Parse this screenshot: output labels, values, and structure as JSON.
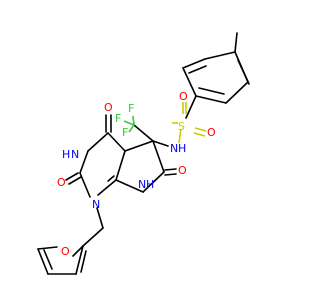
{
  "structure": {
    "atoms": {
      "o_furan": {
        "text": "O"
      },
      "n1": {
        "text": "N"
      },
      "n3_h": {
        "text": "H"
      },
      "n3": {
        "text": "N"
      },
      "n7": {
        "text": "N"
      },
      "n7_h": {
        "text": "H"
      },
      "o2": {
        "text": "O"
      },
      "o4": {
        "text": "O"
      },
      "o6": {
        "text": "O"
      },
      "f1": {
        "text": "F"
      },
      "f2": {
        "text": "F"
      },
      "f3": {
        "text": "F"
      },
      "nh": {
        "text": "N"
      },
      "nh_h": {
        "text": "H"
      },
      "s": {
        "text": "S"
      },
      "so1": {
        "text": "O"
      },
      "so2": {
        "text": "O"
      }
    },
    "colors": {
      "carbon": "#000000",
      "nitrogen": "#0000ff",
      "oxygen": "#ff0000",
      "fluorine": "#33cc33",
      "sulfur": "#cccc00"
    }
  }
}
